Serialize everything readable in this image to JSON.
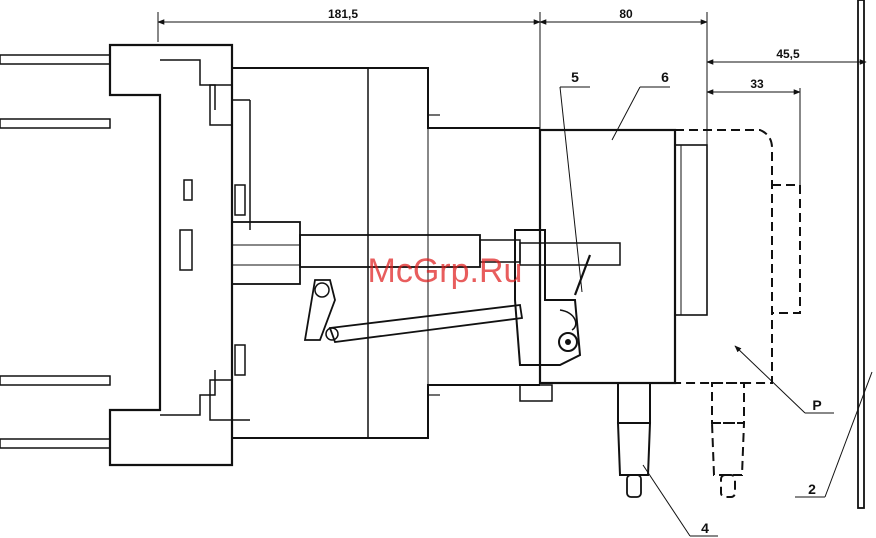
{
  "dimensions": {
    "d1": "181,5",
    "d2": "80",
    "d3": "45,5",
    "d4": "33"
  },
  "callouts": {
    "c5": "5",
    "c6": "6",
    "cP": "P",
    "c4": "4",
    "c2": "2"
  },
  "watermark": "McGrp.Ru"
}
